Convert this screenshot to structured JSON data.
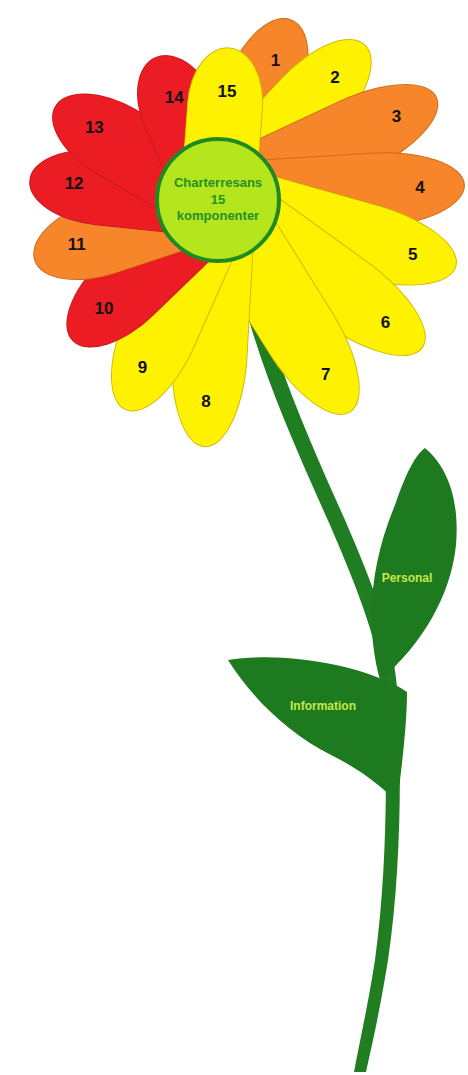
{
  "diagram": {
    "nodes": [
      {
        "text": [
          "1"
        ]
      },
      {
        "text": [
          "2"
        ]
      },
      {
        "text": [
          "3"
        ]
      },
      {
        "text": [
          "4"
        ]
      },
      {
        "text": [
          "5"
        ]
      },
      {
        "text": [
          "6"
        ]
      },
      {
        "text": [
          "7"
        ]
      },
      {
        "text": [
          "8"
        ]
      },
      {
        "text": [
          "9"
        ]
      },
      {
        "text": [
          "10"
        ]
      },
      {
        "text": [
          "11"
        ]
      },
      {
        "text": [
          "12"
        ]
      },
      {
        "text": [
          "13"
        ]
      },
      {
        "text": [
          "14"
        ]
      },
      {
        "text": [
          "15"
        ]
      },
      {
        "text": [
          "Charterresans 15 komponenter"
        ]
      },
      {
        "text": [
          "Personal"
        ]
      },
      {
        "text": [
          "Information"
        ]
      }
    ]
  }
}
